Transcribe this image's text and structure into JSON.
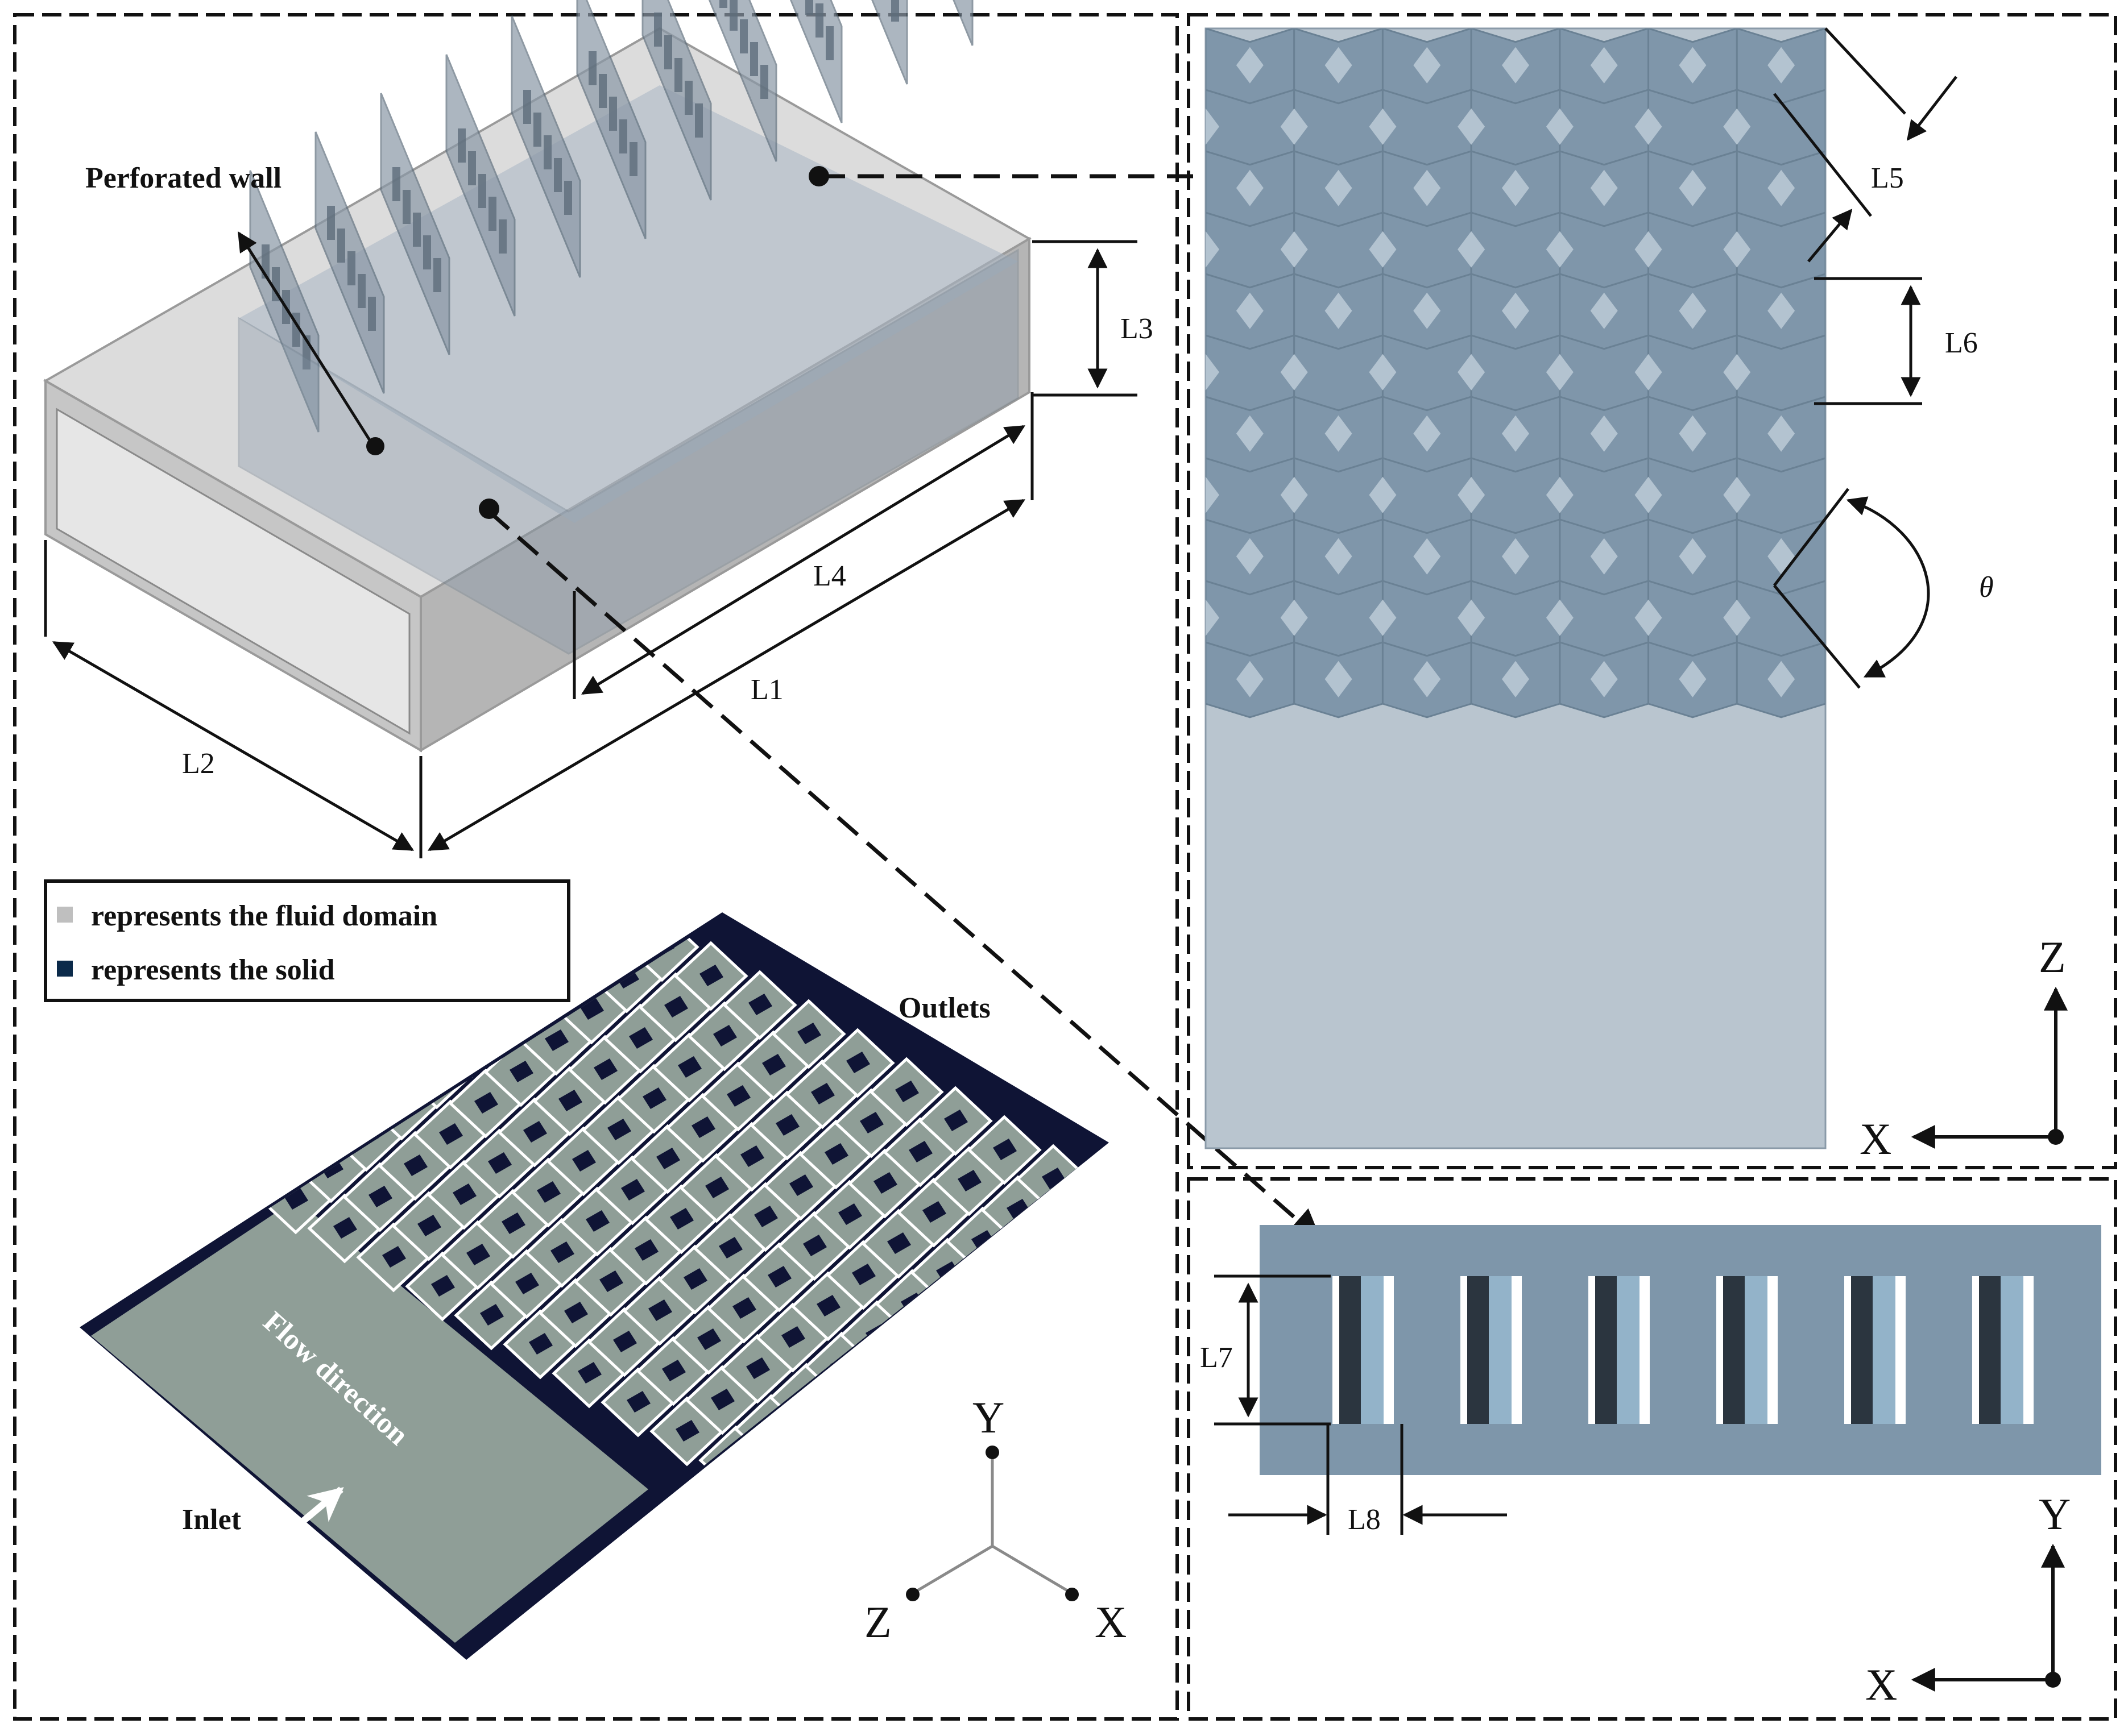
{
  "labels": {
    "perforated_wall": "Perforated wall",
    "L1": "L1",
    "L2": "L2",
    "L3": "L3",
    "L4": "L4",
    "L5": "L5",
    "L6": "L6",
    "L7": "L7",
    "L8": "L8",
    "theta": "θ",
    "outlets": "Outlets",
    "inlet": "Inlet",
    "flow_direction": "Flow direction"
  },
  "legend": {
    "fluid": "represents the fluid domain",
    "solid": "represents the solid"
  },
  "axes": {
    "side": {
      "vertical": "Z",
      "horizontal": "X"
    },
    "top": {
      "vertical": "Y",
      "horizontal": "X"
    },
    "iso": {
      "y": "Y",
      "z": "Z",
      "x": "X"
    }
  },
  "colors": {
    "fluid": "#bfbfbf",
    "solid": "#0f1435",
    "plate": "#7e96aa",
    "plate_light": "#b9c5cf",
    "diamond_fluid": "#8f9e97",
    "strip_dark": "#2b353f",
    "strip_light": "#93b3c9"
  }
}
